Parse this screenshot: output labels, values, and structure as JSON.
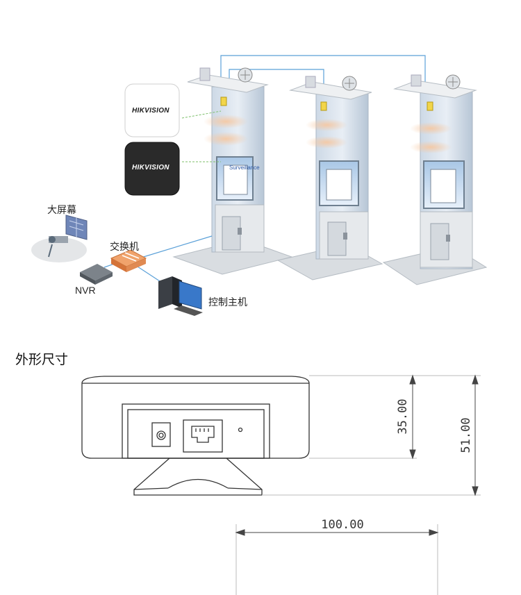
{
  "diagram": {
    "labels": {
      "big_screen": "大屏幕",
      "switch": "交换机",
      "nvr": "NVR",
      "control_host": "控制主机",
      "surveillance": "Surveillance"
    },
    "brand_white": "HIKVISION",
    "brand_black": "HIKVISION"
  },
  "dimensions": {
    "section_title": "外形尺寸",
    "height_inner": "35.00",
    "height_total": "51.00",
    "width": "100.00"
  }
}
